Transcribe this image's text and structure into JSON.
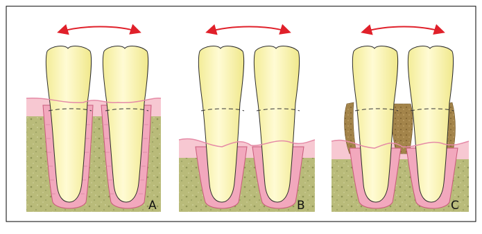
{
  "panels": [
    {
      "label": "A"
    },
    {
      "label": "B"
    },
    {
      "label": "C"
    }
  ],
  "colors": {
    "tooth": "#fbf6b0",
    "tooth_highlight": "#ffffff",
    "bone": "#b6b877",
    "bone_speckle": "#8d9154",
    "gum": "#f7c8d2",
    "ligament": "#e58aa6",
    "ligament_line": "#c85a7a",
    "calculus": "#9b7b40",
    "arrow": "#e0202a",
    "outline": "#2b2b2b",
    "border": "#000000"
  },
  "icons": [
    "double-headed-arrow-icon"
  ]
}
